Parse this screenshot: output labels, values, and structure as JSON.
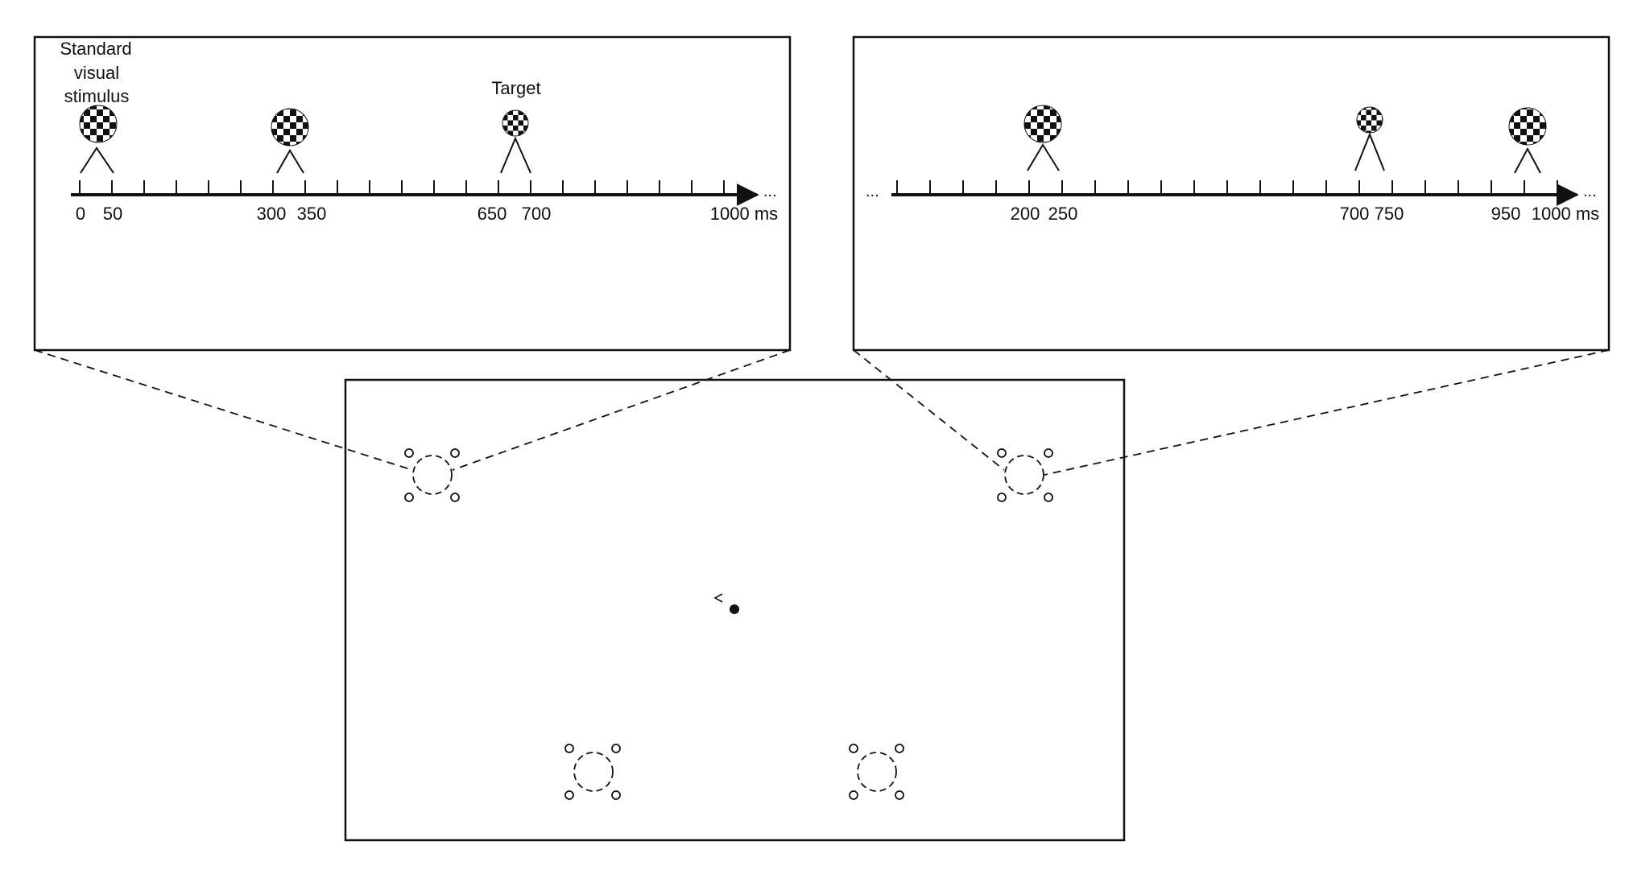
{
  "left_panel": {
    "stimulus_label": [
      "Standard",
      "visual",
      "stimulus"
    ],
    "target_label": "Target",
    "ellipsis_end": "...",
    "tick_labels": [
      "0",
      "50",
      "300",
      "350",
      "650",
      "700",
      "1000 ms"
    ]
  },
  "right_panel": {
    "ellipsis_start": "...",
    "ellipsis_end": "...",
    "tick_labels": [
      "200",
      "250",
      "700",
      "750",
      "950",
      "1000 ms"
    ]
  },
  "colors": {
    "stroke": "#111111",
    "background": "#ffffff"
  },
  "icons": {
    "checkerboard": "checkerboard-stimulus-icon",
    "speaker": "speaker-ring-icon",
    "fixation": "fixation-dot-icon"
  }
}
